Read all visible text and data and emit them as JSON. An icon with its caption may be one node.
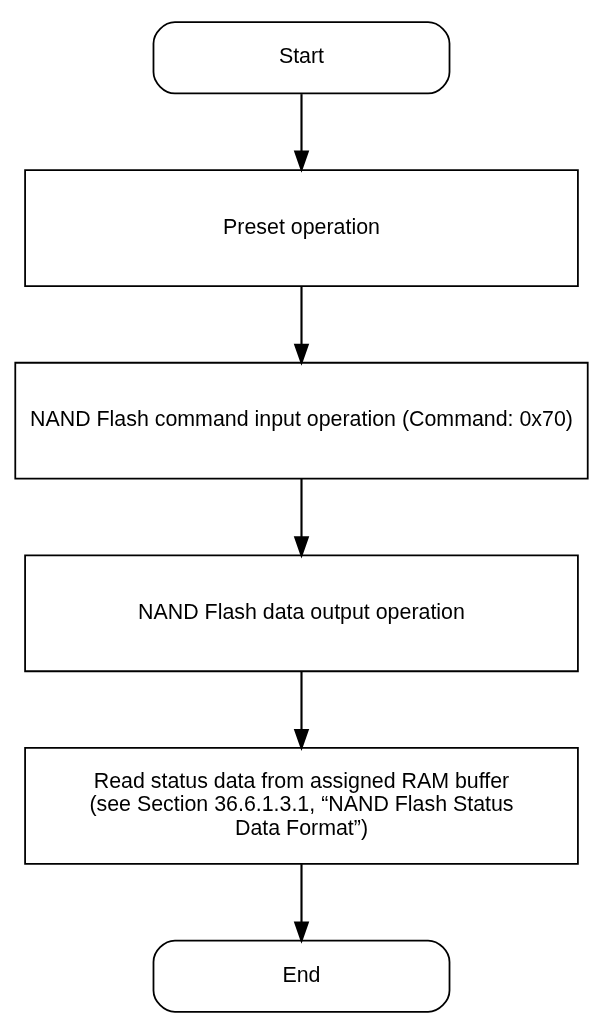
{
  "diagram": {
    "nodes": [
      {
        "text": [
          "Start"
        ]
      },
      {
        "text": [
          "Preset operation"
        ]
      },
      {
        "text": [
          "NAND Flash command input operation (Command: 0x70)"
        ]
      },
      {
        "text": [
          "NAND Flash data output operation"
        ]
      },
      {
        "text": [
          "Read status data from assigned RAM buffer (see Section 36.6.1.3.1, “NAND Flash Status Data Format”)"
        ]
      },
      {
        "text": [
          "End"
        ]
      }
    ],
    "edges": [
      {
        "from": 0,
        "to": 1,
        "arrow": "to"
      },
      {
        "from": 1,
        "to": 2,
        "arrow": "to"
      },
      {
        "from": 2,
        "to": 3,
        "arrow": "to"
      },
      {
        "from": 3,
        "to": 4,
        "arrow": "to"
      },
      {
        "from": 4,
        "to": 5,
        "arrow": "to"
      }
    ]
  }
}
